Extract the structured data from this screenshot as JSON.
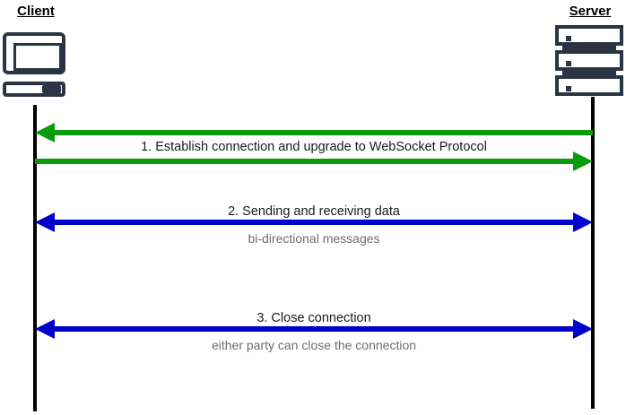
{
  "diagram": {
    "title": "WebSocket communication sequence diagram",
    "type": "sequence-diagram",
    "background": "#ffffff"
  },
  "actors": {
    "client": {
      "label": "Client",
      "icon": "computer-monitor-icon"
    },
    "server": {
      "label": "Server",
      "icon": "server-rack-icon"
    }
  },
  "colors": {
    "handshake": "#0a9c0a",
    "data": "#0000cc",
    "lifeline": "#000000",
    "icon": "#2b3442",
    "text": "#1a1a1a",
    "subtext": "#6e6e6e"
  },
  "messages": [
    {
      "step": "1",
      "title": "1. Establish connection and upgrade to WebSocket Protocol",
      "subtitle": "",
      "color": "#0a9c0a",
      "directions": [
        "server-to-client",
        "client-to-server"
      ]
    },
    {
      "step": "2",
      "title": "2. Sending and receiving data",
      "subtitle": "bi-directional messages",
      "color": "#0000cc",
      "directions": [
        "bi-directional"
      ]
    },
    {
      "step": "3",
      "title": "3. Close connection",
      "subtitle": "either party can close the connection",
      "color": "#0000cc",
      "directions": [
        "bi-directional"
      ]
    }
  ]
}
